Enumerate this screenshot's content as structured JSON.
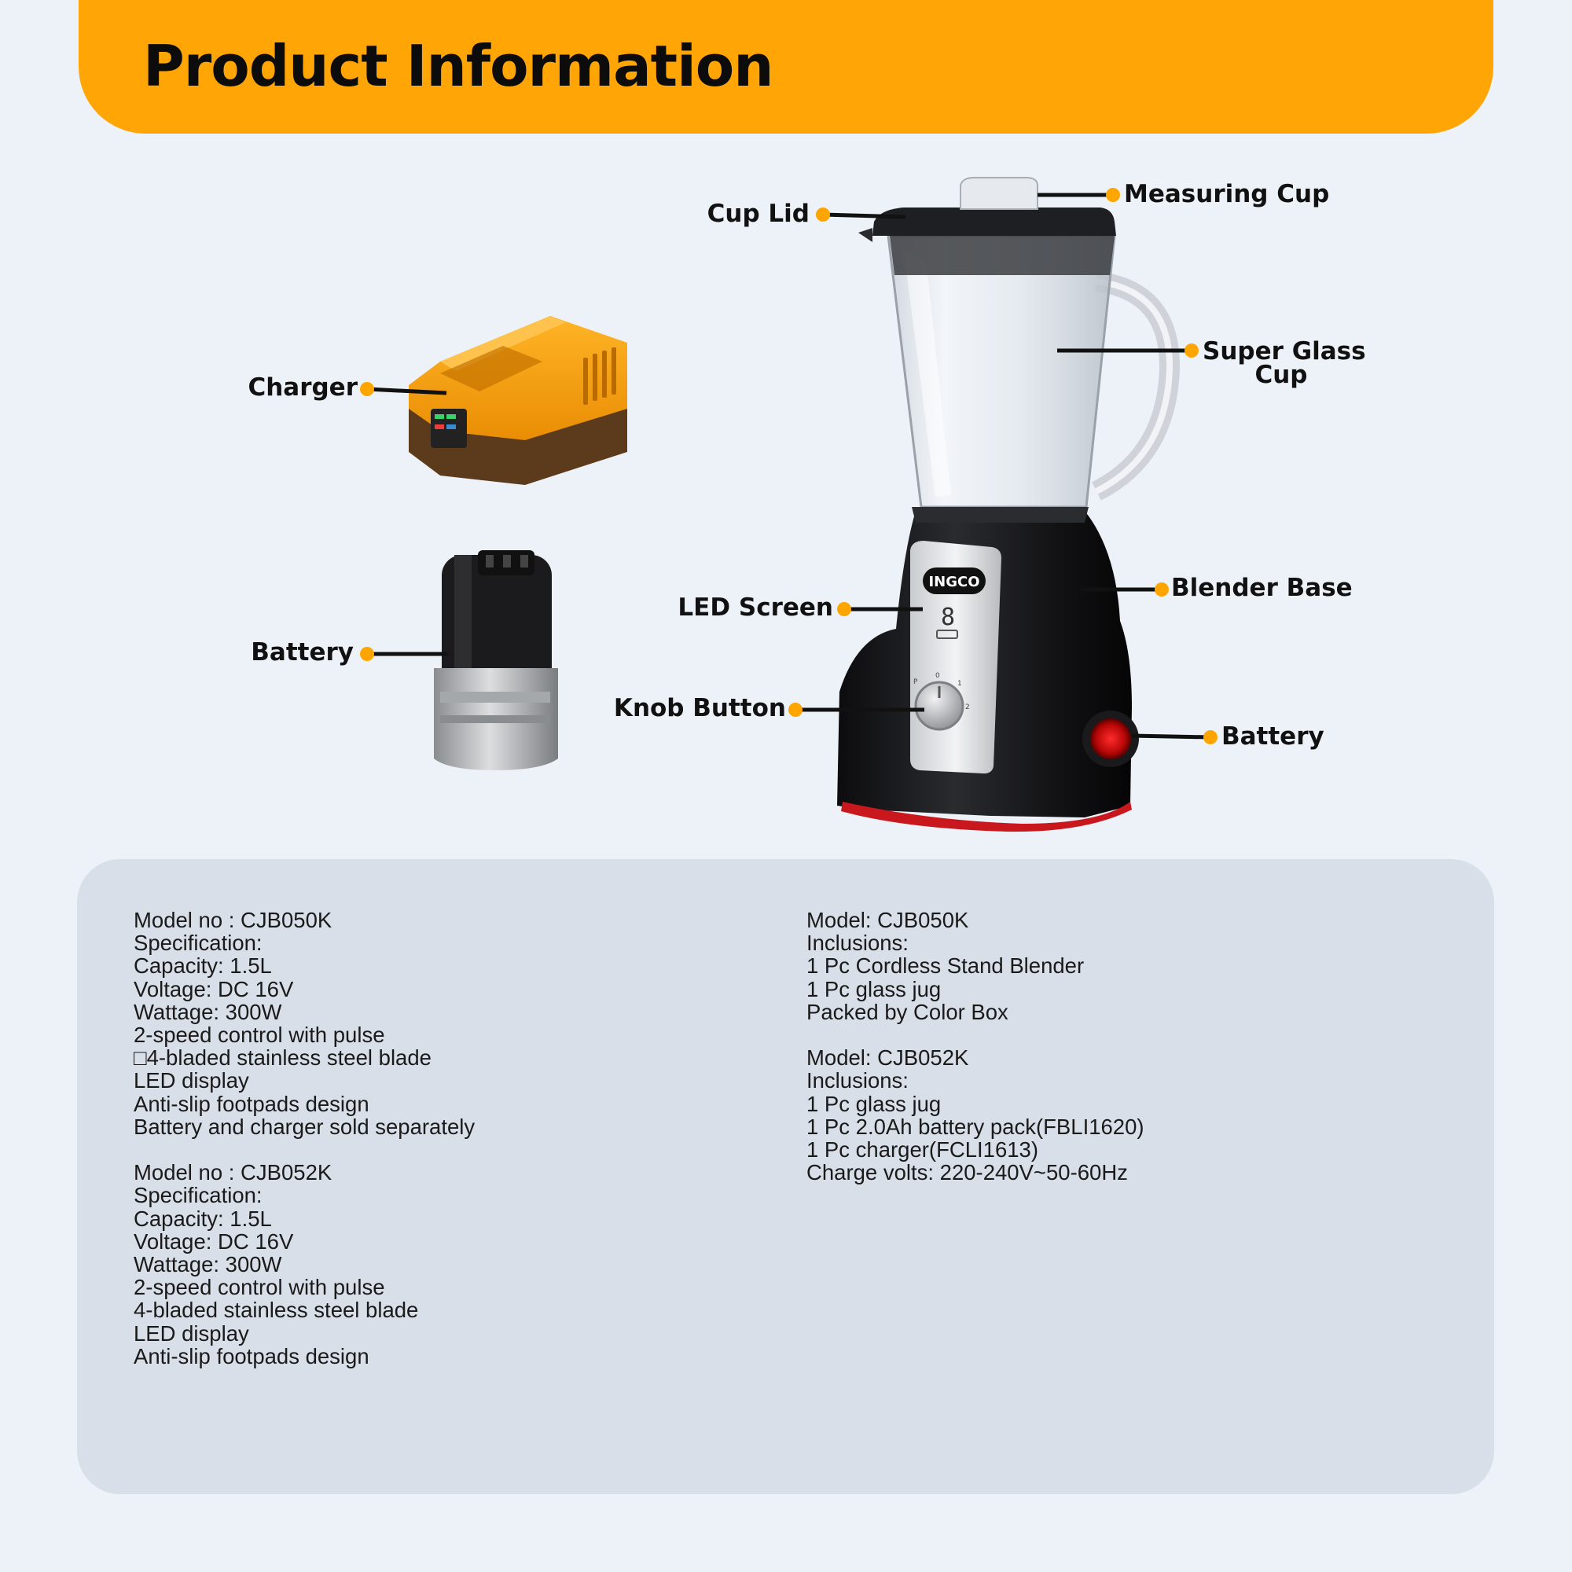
{
  "header": {
    "title": "Product Information"
  },
  "callouts": {
    "charger": "Charger",
    "battery_left": "Battery",
    "cup_lid": "Cup Lid",
    "measuring_cup": "Measuring Cup",
    "super_glass_cup_line1": "Super Glass",
    "super_glass_cup_line2": "Cup",
    "blender_base": "Blender Base",
    "led_screen": "LED Screen",
    "knob_button": "Knob Button",
    "battery_right": "Battery"
  },
  "product": {
    "brand": "INGCO",
    "led_digit": "8",
    "knob_marks": [
      "P",
      "0",
      "1",
      "2"
    ]
  },
  "colors": {
    "accent": "#ffa506",
    "marker": "#ffa500",
    "background": "#edf2f9",
    "panel": "#d9dfe8"
  },
  "specs_left": [
    {
      "lines": [
        "Model no : CJB050K",
        "Specification:",
        "Capacity: 1.5L",
        "Voltage: DC 16V",
        "Wattage: 300W",
        "2-speed control with pulse",
        "□4-bladed stainless steel blade",
        "LED display",
        "Anti-slip footpads design",
        "Battery and charger sold separately"
      ]
    },
    {
      "lines": [
        "Model no : CJB052K",
        "Specification:",
        "Capacity: 1.5L",
        "Voltage: DC 16V",
        "Wattage: 300W",
        "2-speed control with pulse",
        "4-bladed stainless steel blade",
        "LED display",
        "Anti-slip footpads design"
      ]
    }
  ],
  "specs_right": [
    {
      "lines": [
        "Model: CJB050K",
        "Inclusions:",
        "1 Pc Cordless Stand Blender",
        "1 Pc glass jug",
        "Packed by Color Box"
      ]
    },
    {
      "lines": [
        "Model: CJB052K",
        "Inclusions:",
        "1 Pc glass jug",
        "1 Pc 2.0Ah battery pack(FBLI1620)",
        "1 Pc charger(FCLI1613)",
        "Charge volts: 220-240V~50-60Hz"
      ]
    }
  ]
}
